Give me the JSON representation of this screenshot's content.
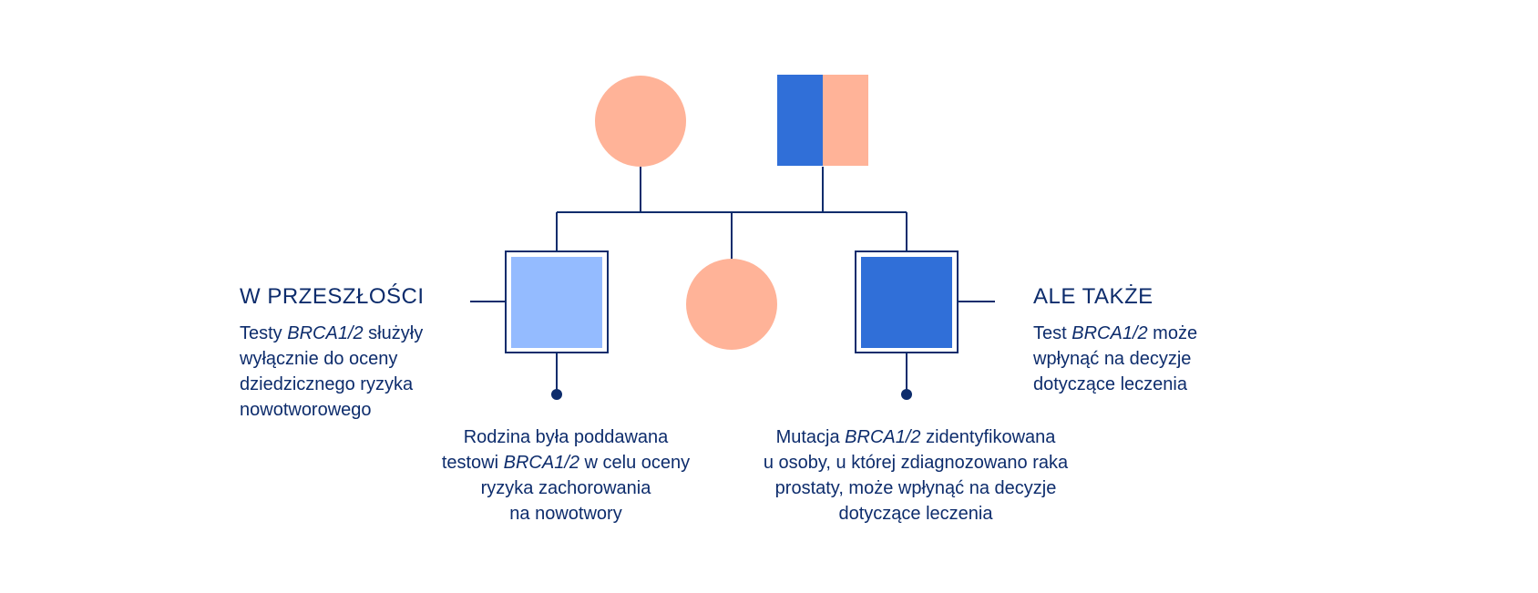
{
  "colors": {
    "peach": "#ffb398",
    "blue": "#306fd8",
    "light_blue": "#94bbff",
    "navy": "#0d2c6c"
  },
  "pedigree": {
    "mother": {
      "shape": "circle",
      "fill": "peach"
    },
    "father": {
      "shape": "square",
      "fill": "half-blue-half-peach"
    },
    "child_left": {
      "shape": "square",
      "fill": "light_blue",
      "framed": true
    },
    "child_middle": {
      "shape": "circle",
      "fill": "peach"
    },
    "child_right": {
      "shape": "square",
      "fill": "blue",
      "framed": true
    }
  },
  "left_panel": {
    "heading": "W PRZESZŁOŚCI",
    "lines": [
      {
        "pre": "Testy ",
        "em": "BRCA1/2",
        "post": " służyły"
      },
      {
        "pre": "wyłącznie do oceny",
        "em": "",
        "post": ""
      },
      {
        "pre": "dziedzicznego ryzyka",
        "em": "",
        "post": ""
      },
      {
        "pre": "nowotworowego",
        "em": "",
        "post": ""
      }
    ]
  },
  "right_panel": {
    "heading": "ALE TAKŻE",
    "lines": [
      {
        "pre": "Test ",
        "em": "BRCA1/2",
        "post": " może"
      },
      {
        "pre": "wpłynąć na decyzje",
        "em": "",
        "post": ""
      },
      {
        "pre": "dotyczące leczenia",
        "em": "",
        "post": ""
      }
    ]
  },
  "left_caption": {
    "lines": [
      {
        "pre": "Rodzina była poddawana",
        "em": "",
        "post": ""
      },
      {
        "pre": "testowi ",
        "em": "BRCA1/2",
        "post": " w celu oceny"
      },
      {
        "pre": "ryzyka zachorowania",
        "em": "",
        "post": ""
      },
      {
        "pre": "na nowotwory",
        "em": "",
        "post": ""
      }
    ]
  },
  "right_caption": {
    "lines": [
      {
        "pre": "Mutacja ",
        "em": "BRCA1/2",
        "post": " zidentyfikowana"
      },
      {
        "pre": "u osoby, u której zdiagnozowano raka",
        "em": "",
        "post": ""
      },
      {
        "pre": "prostaty, może wpłynąć na decyzje",
        "em": "",
        "post": ""
      },
      {
        "pre": "dotyczące leczenia",
        "em": "",
        "post": ""
      }
    ]
  }
}
